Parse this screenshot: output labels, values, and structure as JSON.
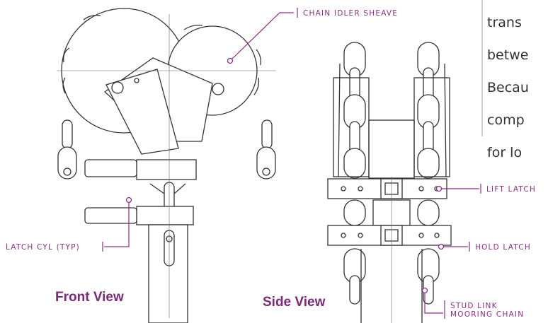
{
  "callouts": {
    "chain_idler_sheave": "CHAIN IDLER SHEAVE",
    "lift_latch": "LIFT LATCH",
    "hold_latch": "HOLD LATCH",
    "latch_cyl": "LATCH CYL (TYP)",
    "stud_link_line1": "STUD LINK",
    "stud_link_line2": "MOORING CHAIN"
  },
  "views": {
    "front": "Front View",
    "side": "Side View"
  },
  "body_text": {
    "line1": "trans",
    "line2": "betwe",
    "line3": "Becau",
    "line4": "comp",
    "line5": "for lo"
  },
  "colors": {
    "accent": "#8a2f86",
    "line": "#333333"
  }
}
